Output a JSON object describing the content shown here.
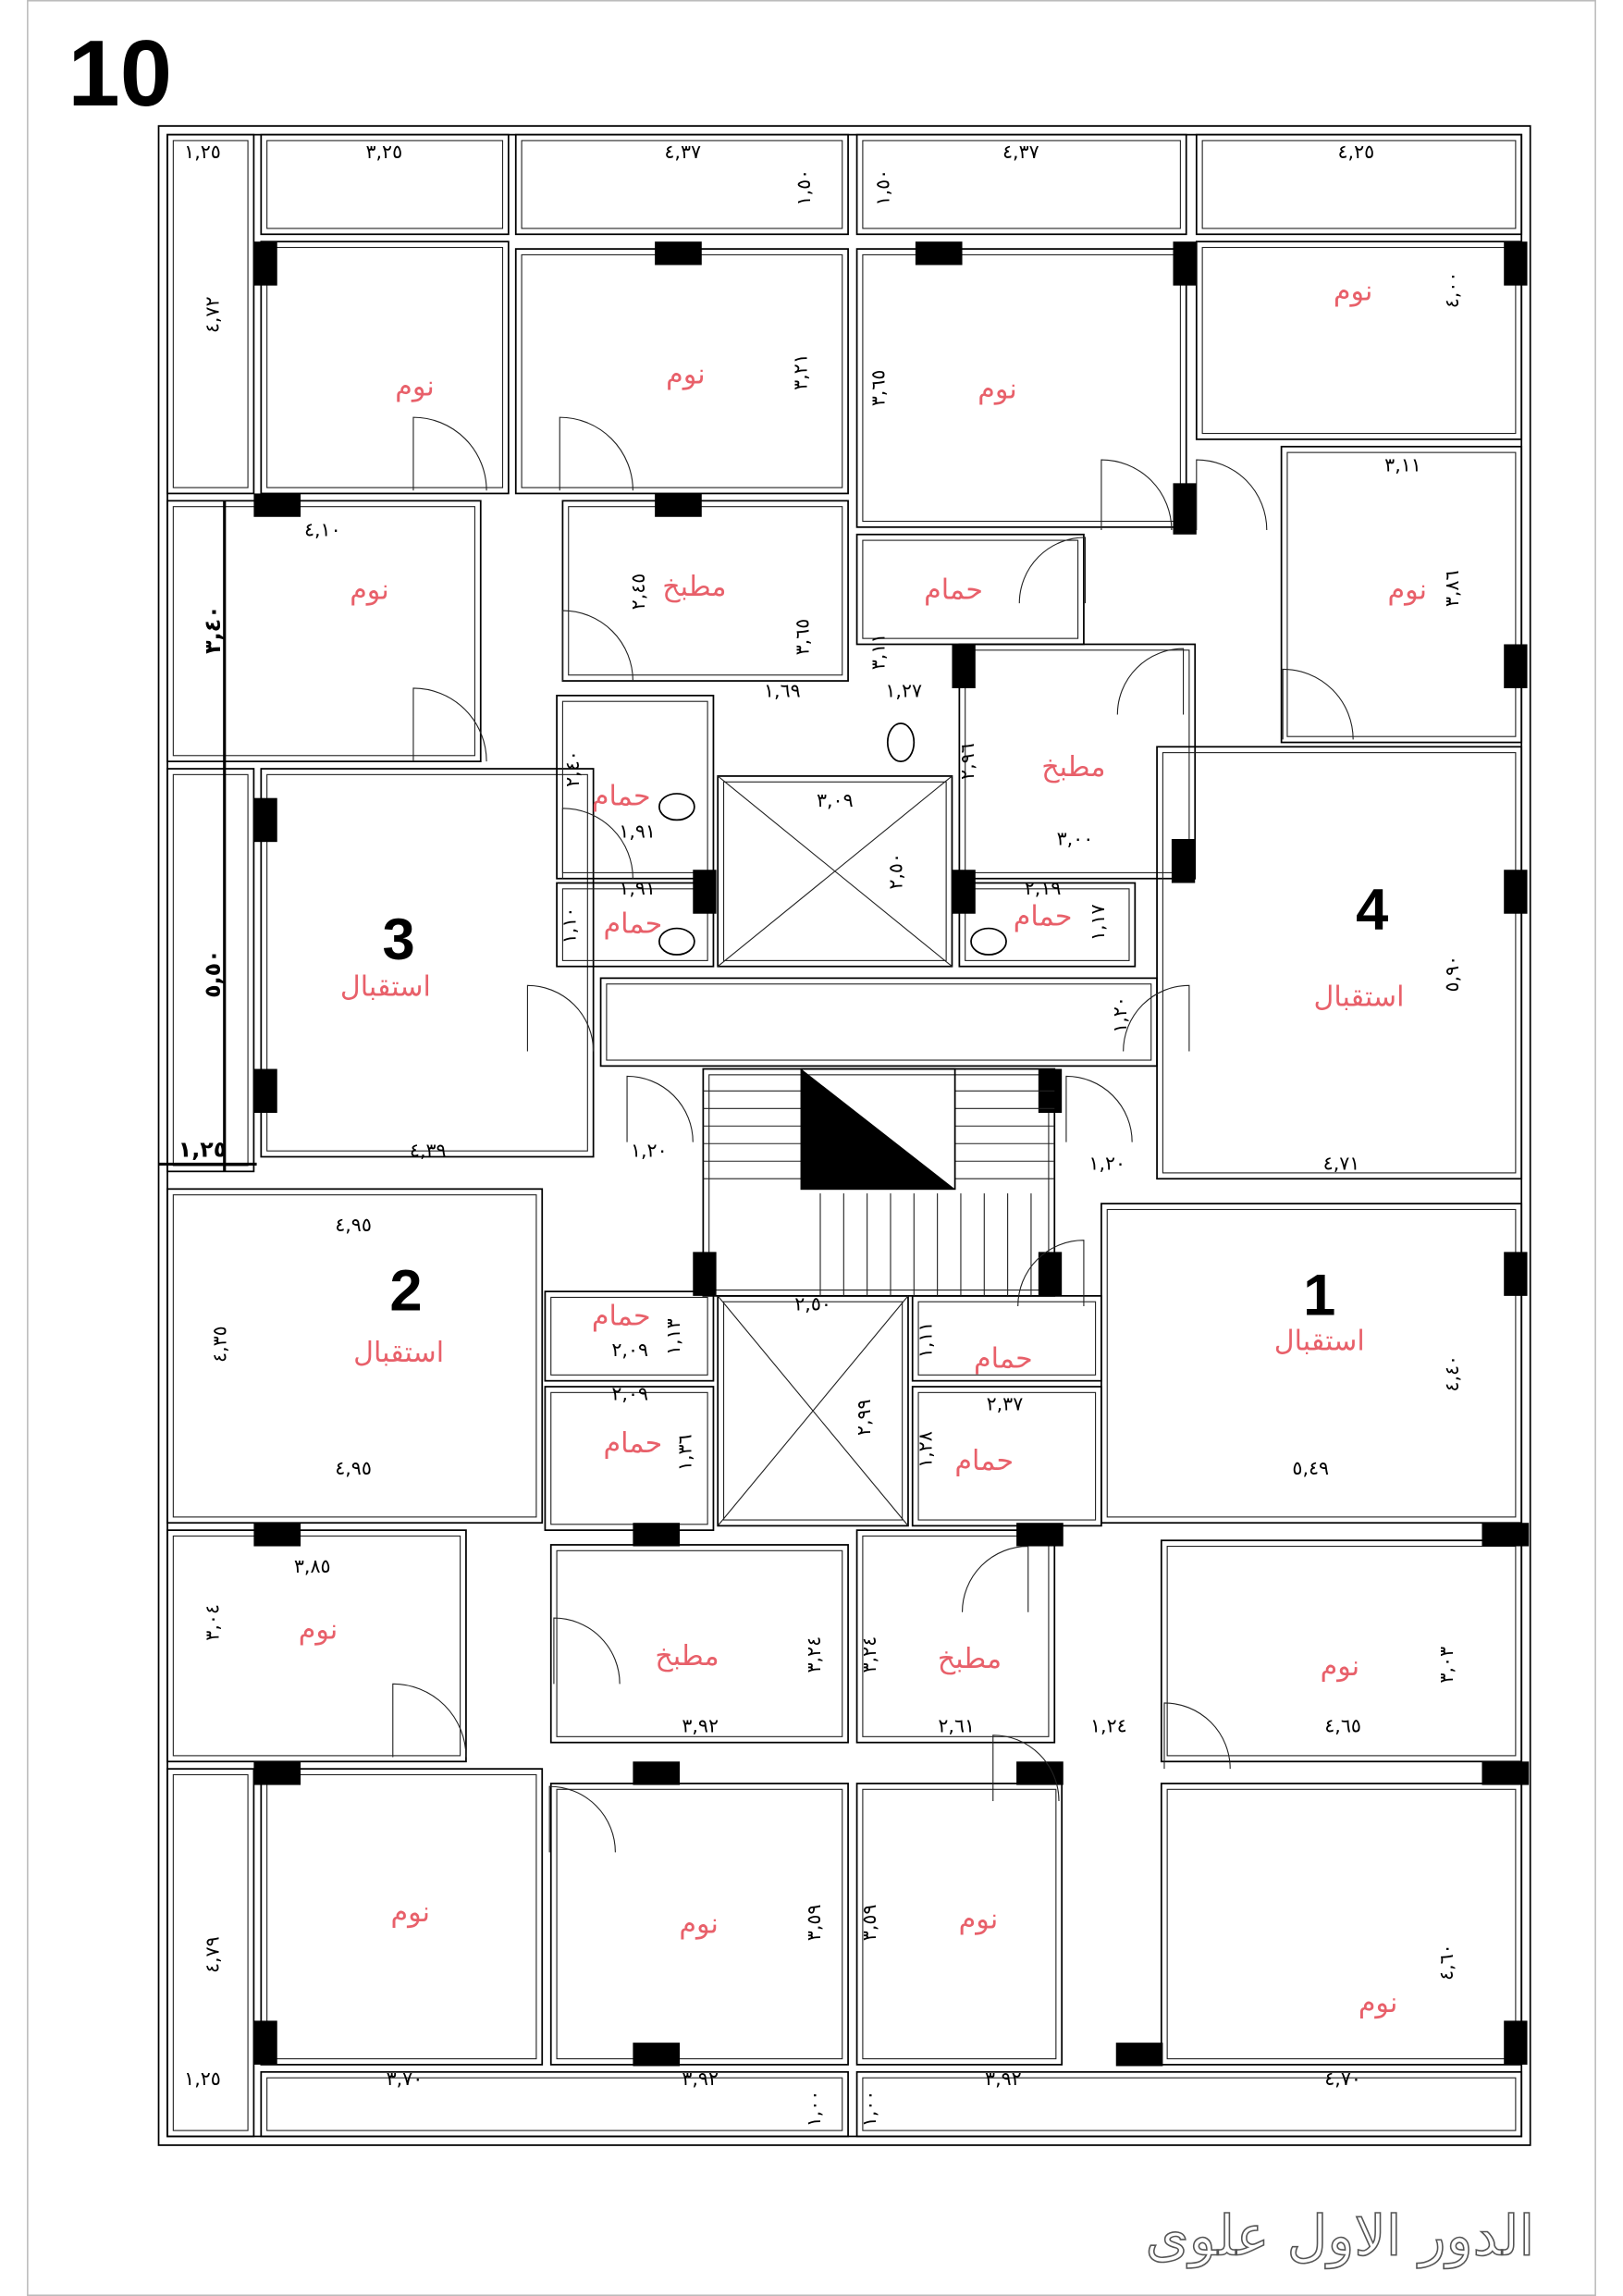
{
  "page_number": "10",
  "floor_title": "الدور الاول علوى",
  "colors": {
    "room_label": "#e8606a",
    "walls": "#000000"
  },
  "units": [
    "1",
    "2",
    "3",
    "4"
  ],
  "rooms": [
    "نوم",
    "نوم",
    "نوم",
    "نوم",
    "نوم",
    "مطبخ",
    "حمام",
    "نوم",
    "حمام",
    "مطبخ",
    "حمام",
    "حمام",
    "استقبال",
    "استقبال",
    "استقبال",
    "استقبال",
    "حمام",
    "حمام",
    "حمام",
    "حمام",
    "نوم",
    "مطبخ",
    "مطبخ",
    "نوم",
    "نوم",
    "نوم",
    "نوم",
    "نوم"
  ],
  "dims_h": [
    "١,٢٥",
    "٣,٢٥",
    "٤,٣٧",
    "٤,٣٧",
    "٤,٢٥",
    "٤,١٠",
    "٣,١١",
    "١,٦٩",
    "١,٢٧",
    "٣,٠٩",
    "١,٩١",
    "٣,٠٠",
    "١,٩١",
    "٢,١٩",
    "٤,٣٩",
    "١,٢٠",
    "١,٢٠",
    "٤,٧١",
    "٤,٩٥",
    "٢,٥٠",
    "٢,٠٩",
    "٢,٠٩",
    "٢,٣٧",
    "٤,٩٥",
    "٥,٤٩",
    "٣,٨٥",
    "٣,٩٢",
    "٢,٦١",
    "١,٢٤",
    "٤,٦٥",
    "١,٢٥",
    "٣,٧٠",
    "٣,٩٢",
    "٣,٩٢",
    "٤,٧٠",
    "١,٢٥"
  ],
  "dims_v": [
    "٤,٧٢",
    "١,٥٠",
    "١,٥٠",
    "٣,٢١",
    "٣,٦٥",
    "٤,٠٠",
    "٢,٤٥",
    "٣,٦٥",
    "٣,١١",
    "٣,٨٦",
    "٢,٤٠",
    "٢,٩٦",
    "١,١٠",
    "١,١٧",
    "٢,٥٠",
    "١,٢٠",
    "٥,٩٠",
    "٤,٣٥",
    "١,١٣",
    "١,١١",
    "٢,٩٩",
    "١,٣٦",
    "١,٢٨",
    "٤,٤٠",
    "٣,٠٤",
    "٣,٢٤",
    "٣,٢٤",
    "٣,٠٣",
    "٤,٧٩",
    "٣,٥٩",
    "٣,٥٩",
    "٤,٦٠",
    "١,٠٠",
    "١,٠٠"
  ],
  "dims_v_bold": [
    "٣,٤٠",
    "٥,٥٠"
  ]
}
